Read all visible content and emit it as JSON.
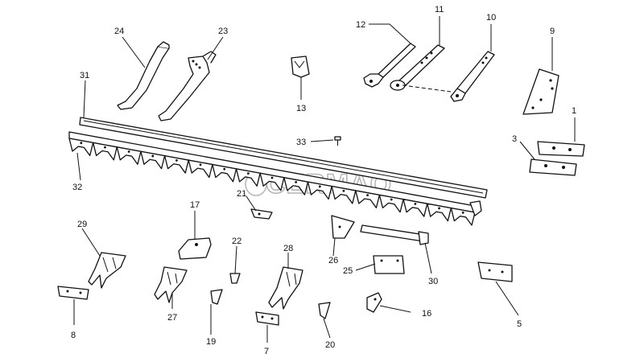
{
  "watermark": "CERMAQ",
  "callouts": [
    "1",
    "3",
    "5",
    "7",
    "8",
    "9",
    "10",
    "11",
    "12",
    "13",
    "16",
    "17",
    "19",
    "20",
    "21",
    "22",
    "23",
    "24",
    "25",
    "26",
    "27",
    "28",
    "29",
    "30",
    "31",
    "32",
    "33"
  ]
}
